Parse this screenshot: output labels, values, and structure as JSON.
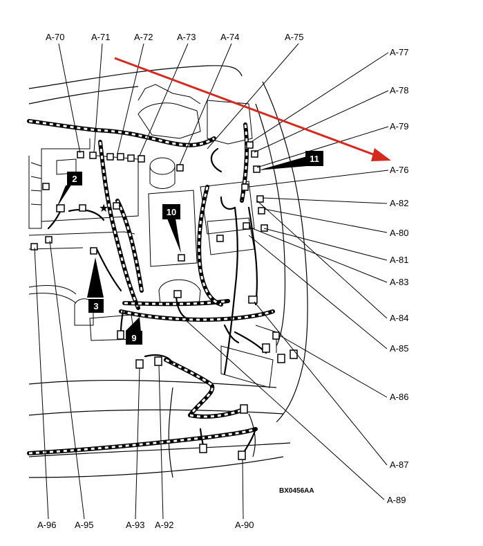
{
  "labels": {
    "a70": "A-70",
    "a71": "A-71",
    "a72": "A-72",
    "a73": "A-73",
    "a74": "A-74",
    "a75": "A-75",
    "a77": "A-77",
    "a78": "A-78",
    "a79": "A-79",
    "a76": "A-76",
    "a82": "A-82",
    "a80": "A-80",
    "a81": "A-81",
    "a83": "A-83",
    "a84": "A-84",
    "a85": "A-85",
    "a86": "A-86",
    "a87": "A-87",
    "a89": "A-89",
    "a96": "A-96",
    "a95": "A-95",
    "a93": "A-93",
    "a92": "A-92",
    "a90": "A-90"
  },
  "callouts": {
    "c2": "2",
    "c3": "3",
    "c9": "9",
    "c10": "10",
    "c11": "11"
  },
  "code": "BX0456AA",
  "colors": {
    "arrow": "#d42a1e",
    "ink": "#000000",
    "badge": "#000000"
  }
}
